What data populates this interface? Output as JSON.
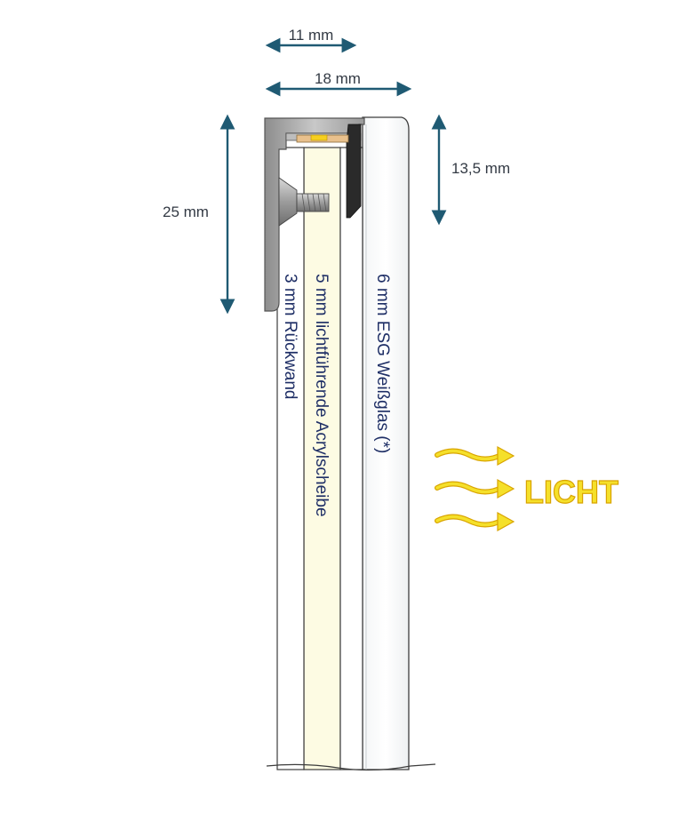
{
  "dimensions": {
    "width_11": "11 mm",
    "width_18": "18 mm",
    "height_13_5": "13,5 mm",
    "height_25": "25 mm"
  },
  "layers": {
    "back_panel": "3 mm Rückwand",
    "acrylic_panel": "5 mm lichtführende Acrylscheibe",
    "glass_panel": "6 mm ESG Weißglas (*)"
  },
  "light_label": "LICHT",
  "colors": {
    "dimension_arrow": "#1f5a73",
    "light": "#f5e02a",
    "light_outline": "#d9a400",
    "acrylic": "#fdfbe3",
    "profile": "#a9a9a9",
    "panel_text": "#1f2f66"
  }
}
